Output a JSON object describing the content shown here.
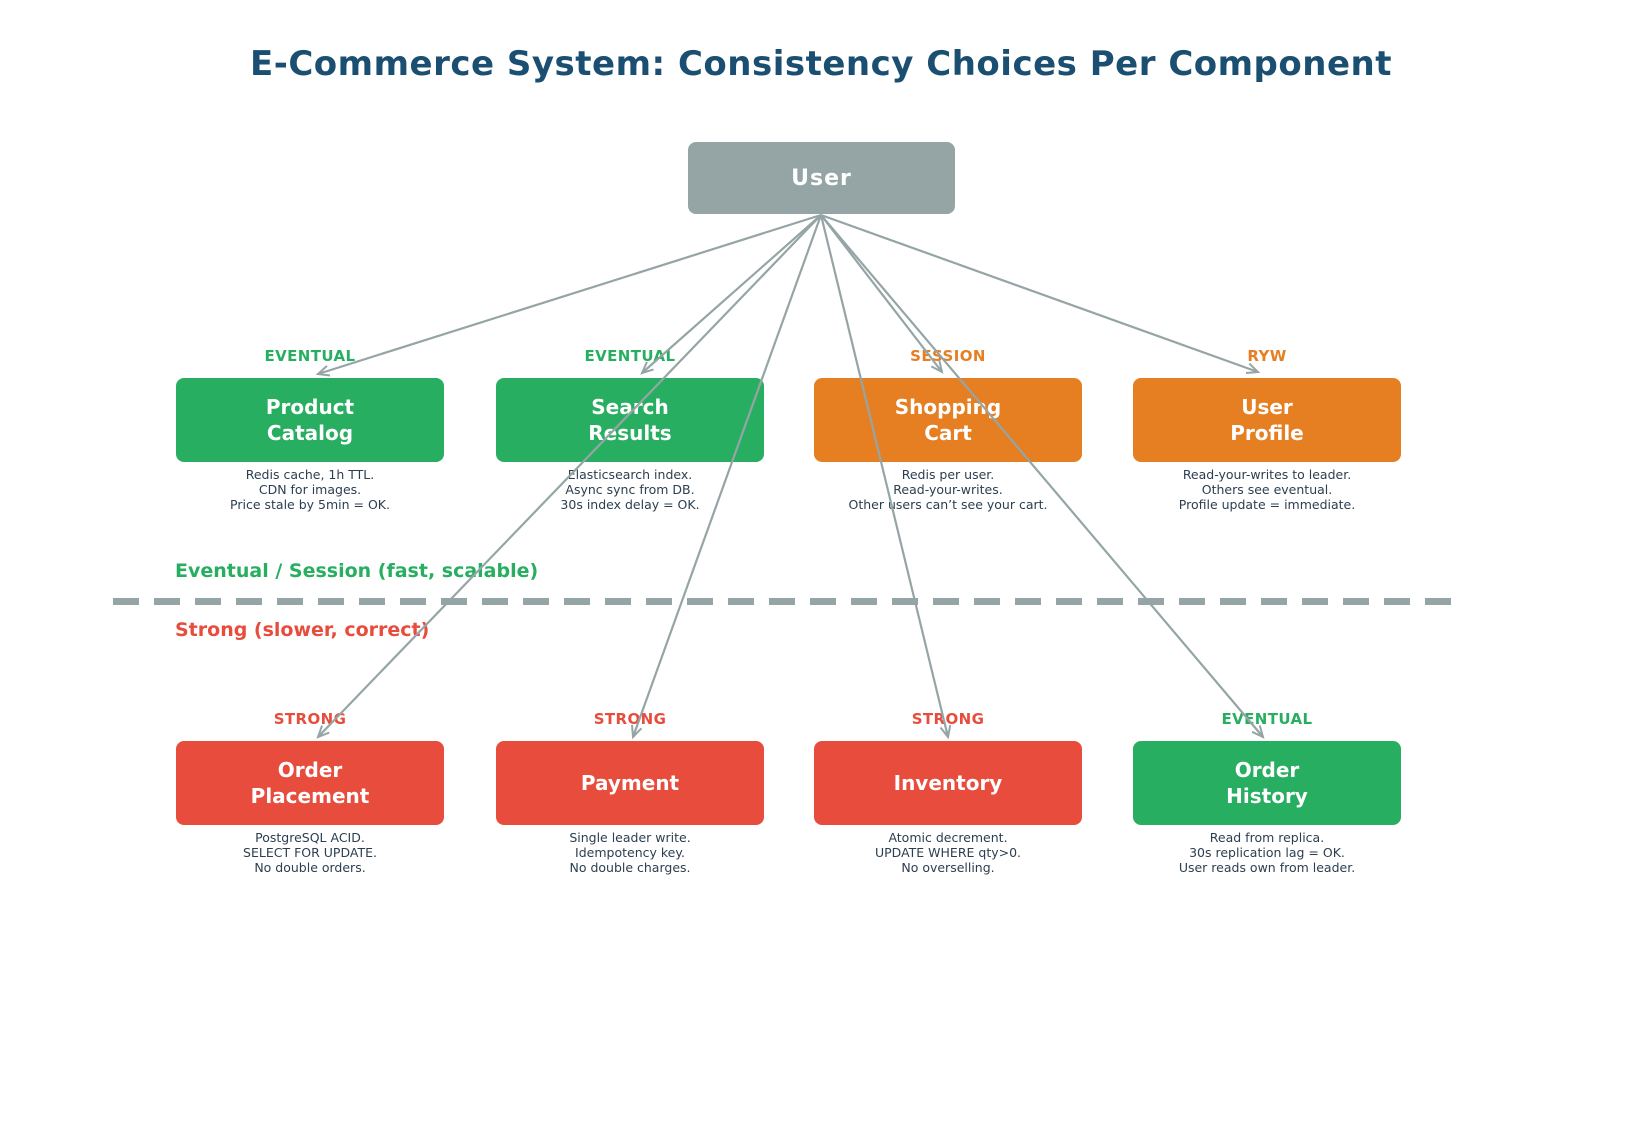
{
  "title": "E-Commerce System: Consistency Choices Per Component",
  "user": {
    "label": "User"
  },
  "zone_divider": {
    "top_zone_label": "Eventual / Session (fast, scalable)",
    "bottom_zone_label": "Strong (slower, correct)"
  },
  "colors": {
    "title_blue": "#1b4f72",
    "eventual_green": "#27ae60",
    "session_orange": "#e67e22",
    "strong_red": "#e74c3c",
    "user_gray": "#95a5a6",
    "arrow_gray": "#95a5a6",
    "caption_text": "#2c3e50"
  },
  "components": [
    {
      "id": "product-catalog",
      "consistency": "EVENTUAL",
      "label": "Product\nCatalog",
      "caption": "Redis cache, 1h TTL.\nCDN for images.\nPrice stale by 5min = OK."
    },
    {
      "id": "search-results",
      "consistency": "EVENTUAL",
      "label": "Search\nResults",
      "caption": "Elasticsearch index.\nAsync sync from DB.\n30s index delay = OK."
    },
    {
      "id": "shopping-cart",
      "consistency": "SESSION",
      "label": "Shopping\nCart",
      "caption": "Redis per user.\nRead-your-writes.\nOther users can’t see your cart."
    },
    {
      "id": "user-profile",
      "consistency": "RYW",
      "label": "User\nProfile",
      "caption": "Read-your-writes to leader.\nOthers see eventual.\nProfile update = immediate."
    },
    {
      "id": "order-placement",
      "consistency": "STRONG",
      "label": "Order\nPlacement",
      "caption": "PostgreSQL ACID.\nSELECT FOR UPDATE.\nNo double orders."
    },
    {
      "id": "payment",
      "consistency": "STRONG",
      "label": "Payment",
      "caption": "Single leader write.\nIdempotency key.\nNo double charges."
    },
    {
      "id": "inventory",
      "consistency": "STRONG",
      "label": "Inventory",
      "caption": "Atomic decrement.\nUPDATE WHERE qty>0.\nNo overselling."
    },
    {
      "id": "order-history",
      "consistency": "EVENTUAL",
      "label": "Order\nHistory",
      "caption": "Read from replica.\n30s replication lag = OK.\nUser reads own from leader."
    }
  ]
}
